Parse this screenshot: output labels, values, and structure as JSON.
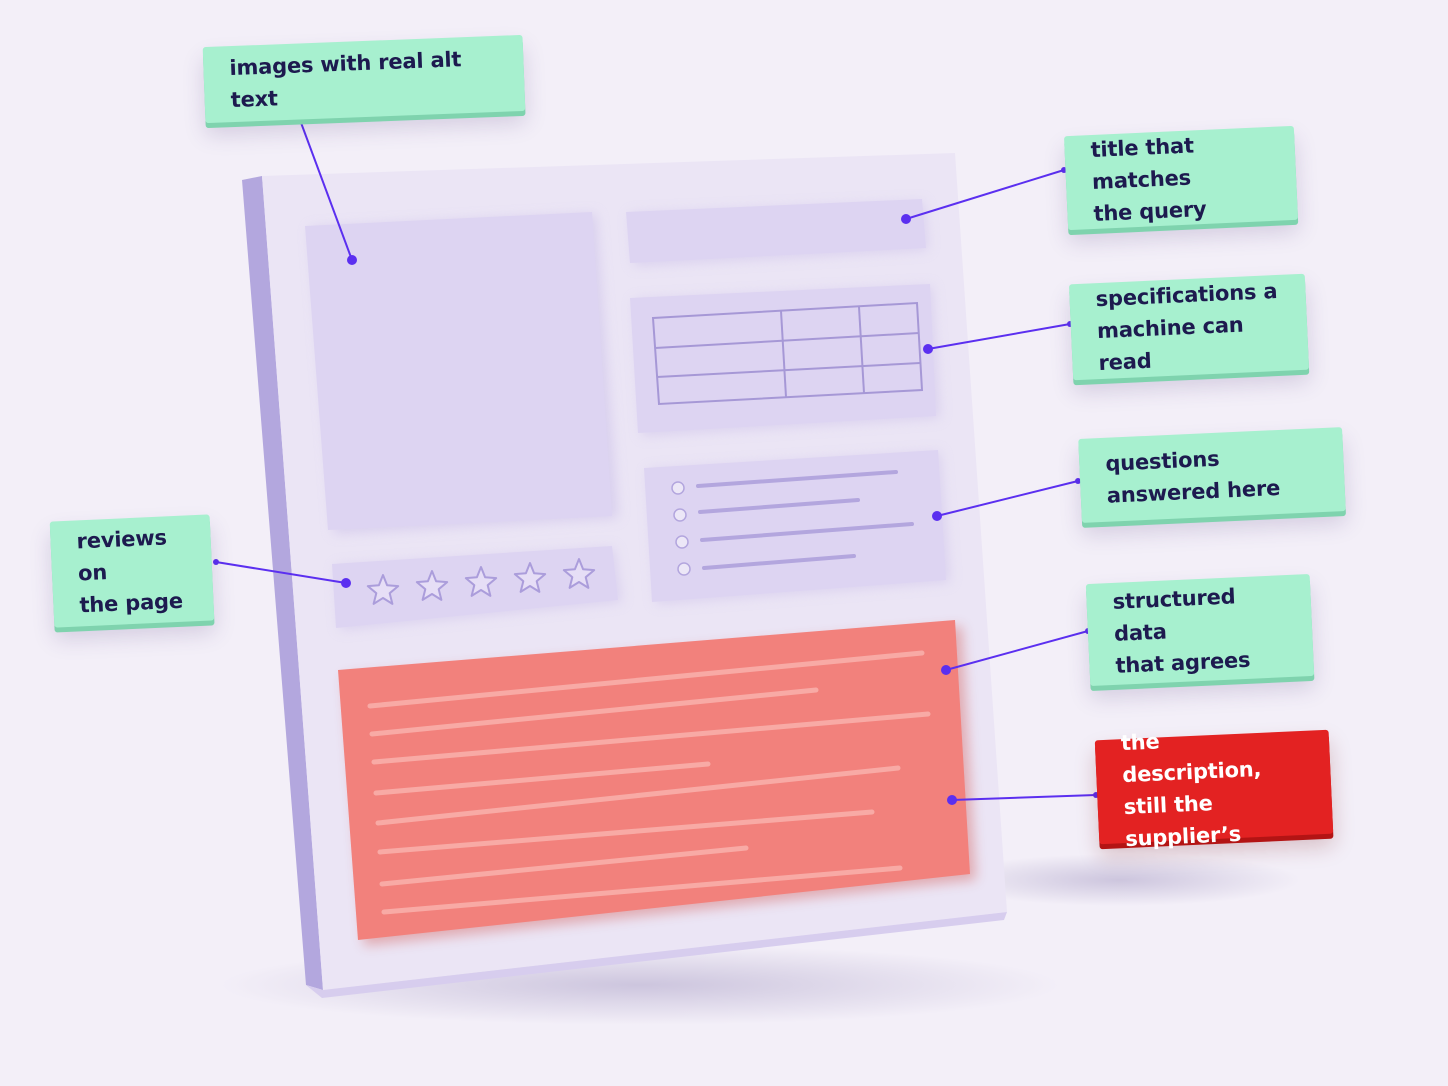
{
  "labels": {
    "images": "images with real alt text",
    "title": "title that matches\nthe query",
    "specs": "specifications a\nmachine can read",
    "questions": "questions answered here",
    "reviews": "reviews on\nthe page",
    "structured": "structured data\nthat agrees",
    "description": "the description,\nstill the supplier’s"
  },
  "colors": {
    "background": "#f3eff8",
    "panel": "#ebe5f5",
    "panel_side": "#b3a7de",
    "element": "#ddd4f2",
    "callout": "#a7f0cf",
    "callout_text": "#1d1a4f",
    "alert_callout": "#e32222",
    "alert_text": "#ffffff",
    "description_block": "#f2817c",
    "connector": "#5b2ff0"
  },
  "icons": {
    "star": "star-icon",
    "bullet": "bullet-icon",
    "connector_dot": "connector-dot-icon"
  },
  "review_stars": {
    "count": 5
  }
}
